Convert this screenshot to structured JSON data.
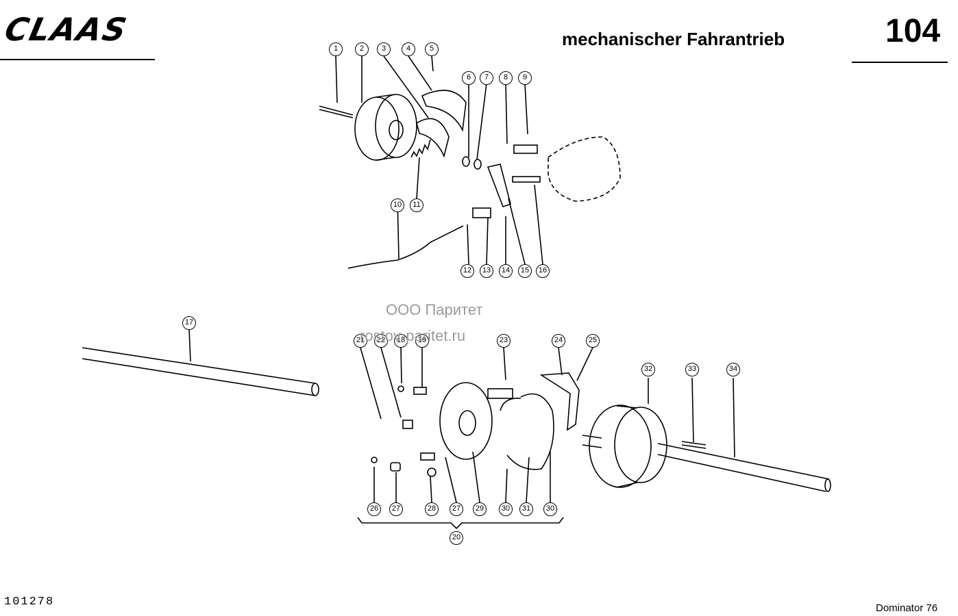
{
  "header": {
    "brand": "CLAAS",
    "title": "mechanischer Fahrantrieb",
    "page_number": "104"
  },
  "footer": {
    "document_number": "101278",
    "model": "Dominator 76"
  },
  "watermark": {
    "line1": "ООО Паритет",
    "line2": "rostov-paritet.ru"
  },
  "callouts": {
    "c1": "1",
    "c2": "2",
    "c3": "3",
    "c4": "4",
    "c5": "5",
    "c6": "6",
    "c7": "7",
    "c8": "8",
    "c9": "9",
    "c10": "10",
    "c11": "11",
    "c12": "12",
    "c13": "13",
    "c14": "14",
    "c15": "15",
    "c16": "16",
    "c17": "17",
    "c18": "18",
    "c19": "19",
    "c20": "20",
    "c21": "21",
    "c22": "22",
    "c23": "23",
    "c24": "24",
    "c25": "25",
    "c26": "26",
    "c27a": "27",
    "c27b": "27",
    "c28": "28",
    "c29": "29",
    "c30a": "30",
    "c30b": "30",
    "c31": "31",
    "c32": "32",
    "c33": "33",
    "c34": "34"
  }
}
